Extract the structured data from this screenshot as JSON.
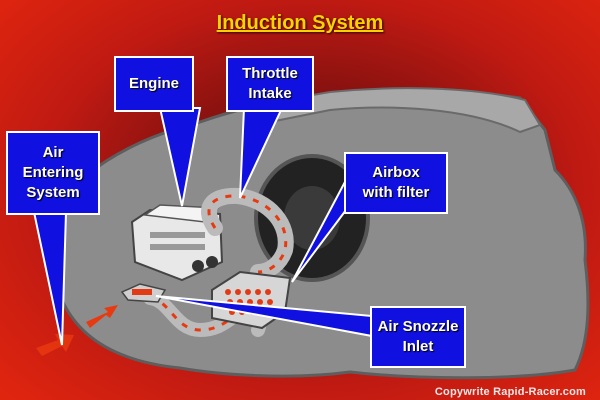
{
  "title": "Induction System",
  "labels": {
    "engine": "Engine",
    "throttle": "Throttle\nIntake",
    "air_entering": "Air\nEntering\nSystem",
    "airbox": "Airbox\nwith filter",
    "snozzle": "Air Snozzle\nInlet"
  },
  "copyright": "Copywrite Rapid-Racer.com",
  "colors": {
    "callout_fill": "#1010e0",
    "title": "#f5d300",
    "arrow": "#e83a10"
  }
}
